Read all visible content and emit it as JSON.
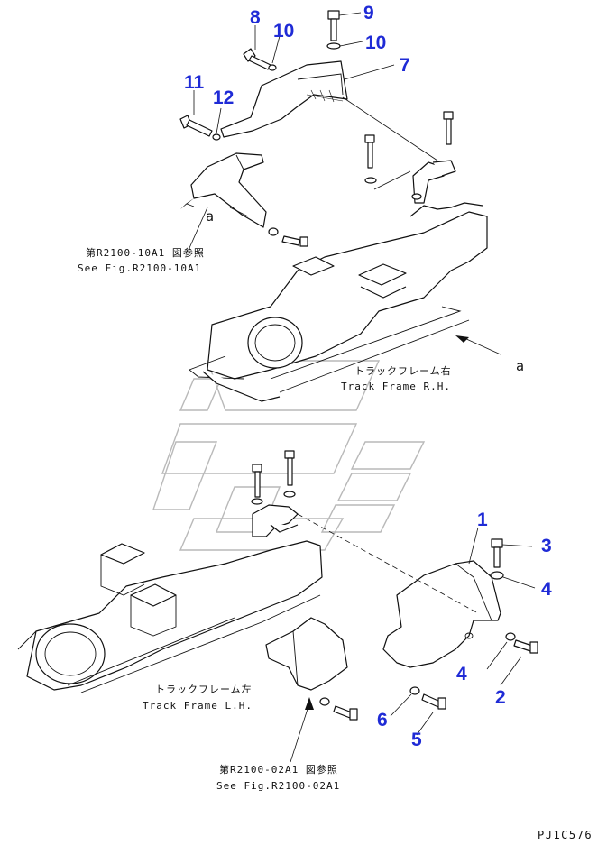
{
  "callouts": {
    "c1": "1",
    "c2": "2",
    "c3": "3",
    "c4a": "4",
    "c4b": "4",
    "c5": "5",
    "c6": "6",
    "c7": "7",
    "c8": "8",
    "c9": "9",
    "c10a": "10",
    "c10b": "10",
    "c11": "11",
    "c12": "12"
  },
  "labels": {
    "view_a_upper": "a",
    "view_a_right": "a",
    "frame_rh_jp": "トラックフレーム右",
    "frame_rh_en": "Track Frame R.H.",
    "frame_lh_jp": "トラックフレーム左",
    "frame_lh_en": "Track Frame L.H.",
    "ref_top_jp": "第R2100-10A1 図参照",
    "ref_top_en": "See Fig.R2100-10A1",
    "ref_bottom_jp": "第R2100-02A1 図参照",
    "ref_bottom_en": "See Fig.R2100-02A1",
    "drawing_code": "PJ1C576"
  },
  "colors": {
    "callout": "#1f2bd6",
    "line": "#111111",
    "watermark": "#b9b9b9"
  }
}
